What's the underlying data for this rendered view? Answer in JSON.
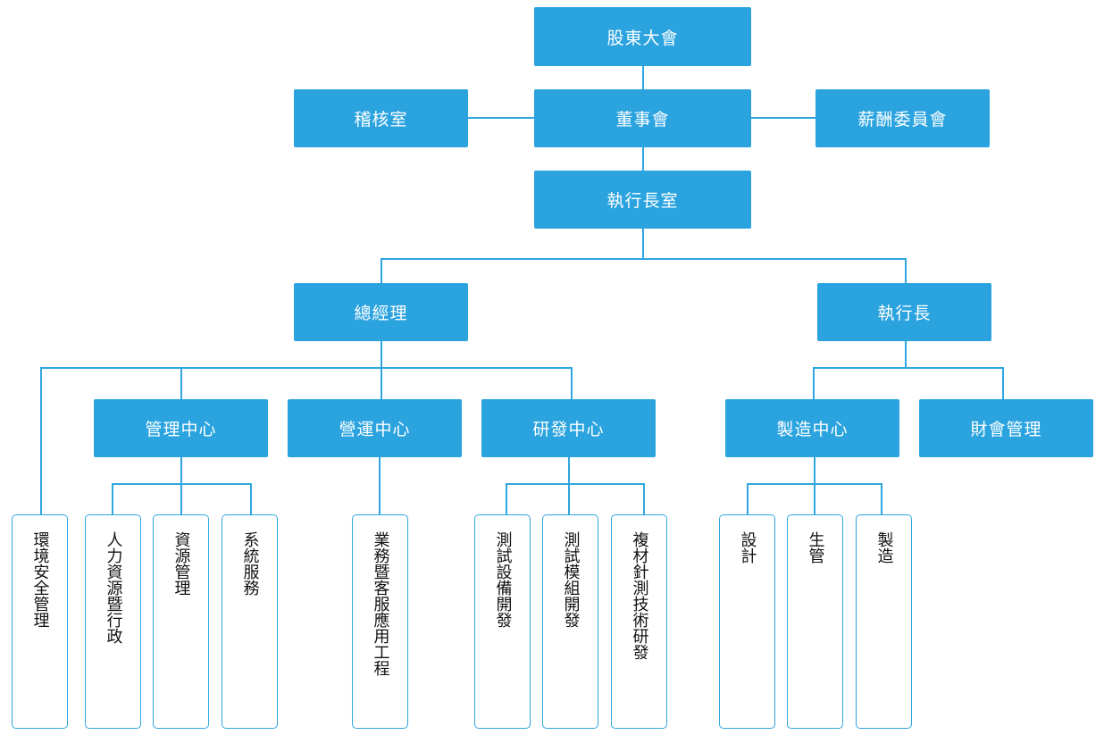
{
  "top": {
    "shareholders": "股東大會",
    "audit": "稽核室",
    "board": "董事會",
    "compensation": "薪酬委員會",
    "ceo_office": "執行長室"
  },
  "second": {
    "gm": "總經理",
    "ceo": "執行長"
  },
  "centers": {
    "management": "管理中心",
    "operations": "營運中心",
    "rnd": "研發中心",
    "manufacturing": "製造中心",
    "finance": "財會管理"
  },
  "units": {
    "ehs": "環境安全管理",
    "hr": "人力資源暨行政",
    "resources": "資源管理",
    "systems": "系統服務",
    "sales": "業務暨客服應用工程",
    "test_equipment": "測試設備開發",
    "test_module": "測試模組開發",
    "composite": "複材針測技術研發",
    "design": "設計",
    "production_control": "生管",
    "manufacturing": "製造"
  }
}
